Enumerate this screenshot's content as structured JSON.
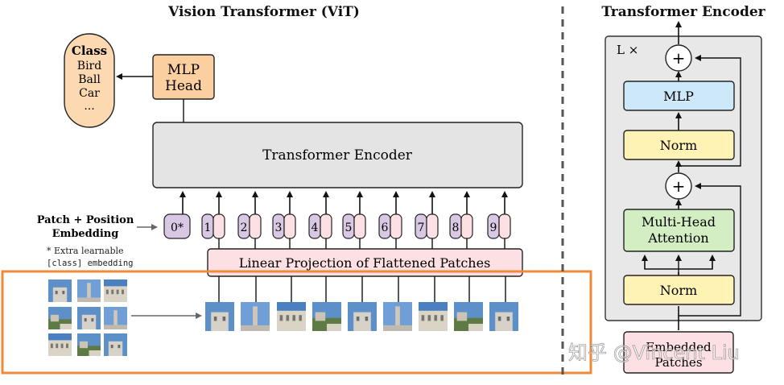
{
  "vit": {
    "title": "Vision Transformer (ViT)",
    "class_box": {
      "heading": "Class",
      "items": [
        "Bird",
        "Ball",
        "Car",
        "..."
      ]
    },
    "mlp_head": [
      "MLP",
      "Head"
    ],
    "encoder_label": "Transformer Encoder",
    "embedding_label": [
      "Patch + Position",
      "Embedding"
    ],
    "extra_note": [
      "* Extra learnable",
      "[class] embedding"
    ],
    "linear_projection": "Linear Projection of Flattened Patches",
    "token_ids": [
      "0*",
      "1",
      "2",
      "3",
      "4",
      "5",
      "6",
      "7",
      "8",
      "9"
    ]
  },
  "encoder_detail": {
    "title": "Transformer Encoder",
    "repeat": "L ×",
    "mlp": "MLP",
    "norm_top": "Norm",
    "attention": [
      "Multi-Head",
      "Attention"
    ],
    "norm_bottom": "Norm",
    "embedded_patches": [
      "Embedded",
      "Patches"
    ],
    "plus": "+"
  },
  "watermark": "知乎 @Vincent Liu",
  "colors": {
    "class_box": "#fdd9b1",
    "mlp_head": "#fbcf9f",
    "encoder": "#e4e4e4",
    "projection": "#fde0e3",
    "token_purple": "#d8c8e4",
    "token_pink": "#fde0e3",
    "mlp_blue": "#cde8f8",
    "norm_yellow": "#fef3b4",
    "attention_green": "#d4eec3",
    "detail_panel": "#e8e8e8",
    "highlight": "#ef8a3a"
  }
}
